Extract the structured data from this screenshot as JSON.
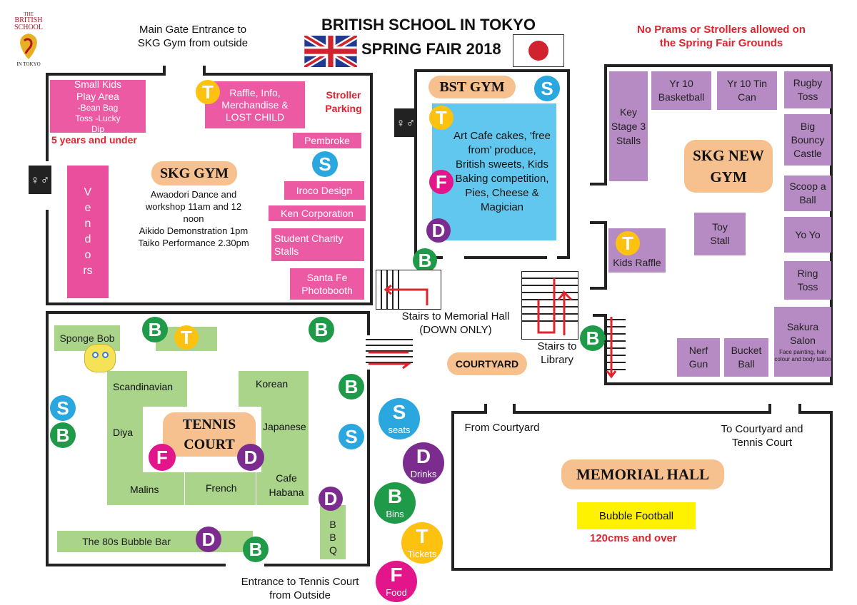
{
  "header": {
    "title_line1": "BRITISH SCHOOL IN TOKYO",
    "title_line2": "SPRING FAIR 2018",
    "warning": "No Prams or Strollers allowed on the Spring Fair Grounds"
  },
  "logo": {
    "line1": "THE",
    "line2": "BRITISH",
    "line3": "SCHOOL",
    "line4": "IN TOKYO"
  },
  "gates": {
    "main_gate": "Main Gate Entrance to SKG Gym from outside",
    "tennis_entrance": "Entrance to Tennis Court from Outside"
  },
  "skg_gym": {
    "title": "SKG GYM",
    "small_kids_title": "Small Kids Play Area",
    "small_kids_items": "-Bean Bag Toss -Lucky Dip",
    "age_note": "5 years and under",
    "raffle": "Raffle, Info, Merchandise & LOST CHILD",
    "stroller": "Stroller Parking",
    "vendors": "Vendors",
    "pembroke": "Pembroke",
    "iroco": "Iroco Design",
    "ken": "Ken Corporation",
    "student_charity": "Student Charity Stalls",
    "santa_fe": "Santa Fe Photobooth",
    "events": "Awaodori Dance and workshop 11am and 12 noon\nAikido Demonstration 1pm\nTaiko Performance 2.30pm"
  },
  "bst_gym": {
    "title": "BST GYM",
    "art_cafe": "Art Cafe cakes, ‘free from’ produce, British sweets, Kids Baking competition, Pies, Cheese & Magician"
  },
  "skg_new_gym": {
    "title": "SKG NEW GYM",
    "key_stage": "Key Stage 3 Stalls",
    "yr10_basketball": "Yr 10 Basketball",
    "yr10_tincan": "Yr 10 Tin Can",
    "rugby": "Rugby Toss",
    "bouncy": "Big Bouncy Castle",
    "scoop": "Scoop a Ball",
    "yoyo": "Yo Yo",
    "toy": "Toy Stall",
    "kids_raffle": "Kids Raffle",
    "ring": "Ring Toss",
    "sakura": "Sakura Salon",
    "sakura_sub": "Face painting, hair colour and body tattoo",
    "nerf": "Nerf Gun",
    "bucket": "Bucket Ball"
  },
  "tennis_court": {
    "title": "TENNIS COURT",
    "sponge_bob": "Sponge Bob",
    "scandinavian": "Scandinavian",
    "korean": "Korean",
    "diya": "Diya",
    "japanese": "Japanese",
    "malins": "Malins",
    "french": "French",
    "cafe_habana": "Cafe Habana",
    "bubble_bar": "The 80s Bubble Bar",
    "bbq": "BBQ"
  },
  "middle": {
    "stairs_memorial": "Stairs to Memorial Hall (DOWN ONLY)",
    "stairs_library": "Stairs to Library",
    "courtyard": "COURTYARD"
  },
  "memorial_hall": {
    "title": "MEMORIAL HALL",
    "from_courtyard": "From Courtyard",
    "to_courtyard": "To Courtyard and Tennis Court",
    "bubble_football": "Bubble Football",
    "height_note": "120cms and over"
  },
  "legend": {
    "s_letter": "S",
    "s_label": "seats",
    "d_letter": "D",
    "d_label": "Drinks",
    "b_letter": "B",
    "b_label": "Bins",
    "t_letter": "T",
    "t_label": "Tickets",
    "f_letter": "F",
    "f_label": "Food"
  },
  "markers": {
    "t": "T",
    "s": "S",
    "b": "B",
    "d": "D",
    "f": "F"
  },
  "colors": {
    "seats": "#2aa7df",
    "drinks": "#7b2c8e",
    "bins": "#1f9a48",
    "tickets": "#fdc20f",
    "food": "#e3158a",
    "red_text": "#e0232c"
  }
}
